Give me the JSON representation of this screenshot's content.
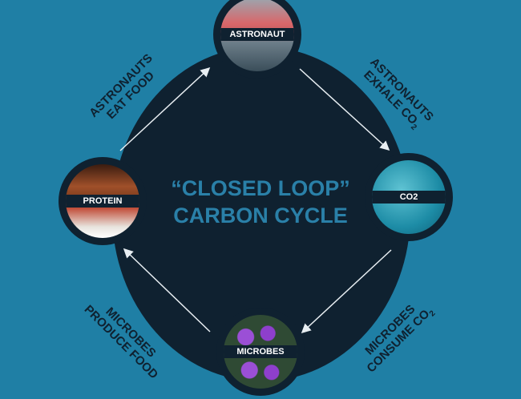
{
  "title": {
    "line1": "“CLOSED LOOP”",
    "line2": "CARBON CYCLE"
  },
  "nodes": {
    "astronaut": "ASTRONAUT",
    "co2": "CO2",
    "microbes": "MICROBES",
    "protein": "PROTEIN"
  },
  "labels": {
    "eat": {
      "line1": "ASTRONAUTS",
      "line2": "EAT FOOD"
    },
    "exhale": {
      "line1": "ASTRONAUTS",
      "line2": "EXHALE CO",
      "sub": "2"
    },
    "consume": {
      "line1": "MICROBES",
      "line2": "CONSUME CO",
      "sub": "2"
    },
    "produce": {
      "line1": "MICROBES",
      "line2": "PRODUCE FOOD"
    }
  },
  "colors": {
    "background": "#1f7fa5",
    "circle": "#0f2130",
    "title": "#2a80a8"
  }
}
